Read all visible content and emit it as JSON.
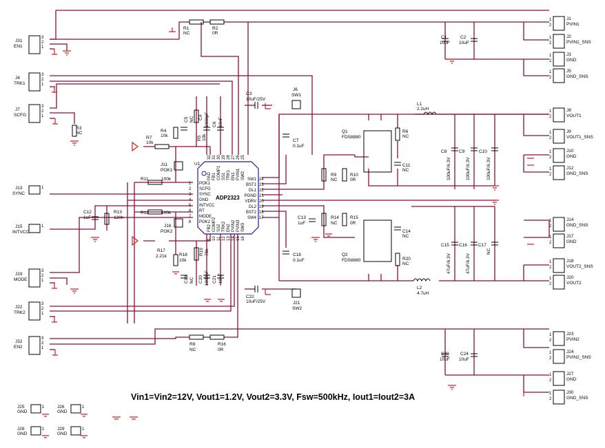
{
  "summary": "Vin1=Vin2=12V, Vout1=1.2V, Vout2=3.3V, Fsw=500kHz, Iout1=Iout2=3A",
  "ic": {
    "name": "ADP2323",
    "u_label": "U1",
    "left_pins": [
      {
        "num": "1",
        "name": "POK1"
      },
      {
        "num": "2",
        "name": "SCFG"
      },
      {
        "num": "3",
        "name": "SYNC"
      },
      {
        "num": "4",
        "name": "GND"
      },
      {
        "num": "5",
        "name": "INTVCC"
      },
      {
        "num": "6",
        "name": "RT"
      },
      {
        "num": "7",
        "name": "MODE"
      },
      {
        "num": "8",
        "name": "POK2"
      }
    ],
    "right_pins": [
      {
        "num": "24",
        "name": "SW1"
      },
      {
        "num": "23",
        "name": "BST1"
      },
      {
        "num": "22",
        "name": "DL1"
      },
      {
        "num": "21",
        "name": "PGND"
      },
      {
        "num": "20",
        "name": "VDRV"
      },
      {
        "num": "19",
        "name": "DL2"
      },
      {
        "num": "18",
        "name": "BST2"
      },
      {
        "num": "17",
        "name": "SW4"
      }
    ],
    "top_pins": [
      {
        "num": "32",
        "name": "PAD"
      },
      {
        "num": "31",
        "name": "FB1"
      },
      {
        "num": "30",
        "name": "COMP1"
      },
      {
        "num": "29",
        "name": "SS1"
      },
      {
        "num": "28",
        "name": "TRK1"
      },
      {
        "num": "27",
        "name": "EN1"
      },
      {
        "num": "26",
        "name": "PVIN1"
      },
      {
        "num": "25",
        "name": "SW2"
      }
    ],
    "bottom_pins": [
      {
        "num": "9",
        "name": "FB2"
      },
      {
        "num": "10",
        "name": "COMP2"
      },
      {
        "num": "11",
        "name": "SS2"
      },
      {
        "num": "12",
        "name": "TRK2"
      },
      {
        "num": "13",
        "name": "EN2"
      },
      {
        "num": "14",
        "name": "PVIN2"
      },
      {
        "num": "15",
        "name": "PVIN3"
      },
      {
        "num": "16",
        "name": "SW3"
      }
    ]
  },
  "connectors": {
    "J1": "PVIN1",
    "J2": "PVIN1_SNS",
    "J3": "GND",
    "J5": "GND_SNS",
    "J8": "VOUT1",
    "J9": "VOUT1_SNS",
    "J10": "GND",
    "J12": "GND_SNS",
    "J14": "GND_SNS",
    "J17": "GND",
    "J18": "VOUT2_SNS",
    "J20": "VOUT2",
    "J23": "PVIN2",
    "J24": "PVIN2_SNS",
    "J27": "GND",
    "J30": "GND_SNS",
    "J31": "EN1",
    "J4": "TRK1",
    "J7": "SCFG",
    "J13": "SYNC",
    "J15": "INTVCC",
    "J19": "MODE",
    "J22": "TRK2",
    "J32": "EN2",
    "J25": "GND",
    "J26": "GND",
    "J28": "GND",
    "J29": "GND"
  },
  "pin_numbers": [
    "1",
    "2",
    "3"
  ],
  "components": {
    "R1": {
      "ref": "R1",
      "value": "NC"
    },
    "R2": {
      "ref": "R2",
      "value": "0R"
    },
    "C1": {
      "ref": "C1",
      "value": "10uF"
    },
    "C2": {
      "ref": "C2",
      "value": "10uF"
    },
    "C3": {
      "ref": "C3",
      "value": "10uF/25V"
    },
    "J6": {
      "ref": "J6",
      "value": "SW1"
    },
    "L1": {
      "ref": "L1",
      "value": "2.2uH"
    },
    "Q1": {
      "ref": "Q1",
      "value": "FDS8880"
    },
    "R6": {
      "ref": "R6",
      "value": "NC"
    },
    "C11": {
      "ref": "C11",
      "value": "NC"
    },
    "C7": {
      "ref": "C7",
      "value": "0.1uF"
    },
    "C8": {
      "ref": "C8",
      "value": "100uF/6.3V"
    },
    "C9": {
      "ref": "C9",
      "value": "100uF/6.3V"
    },
    "C10": {
      "ref": "C10",
      "value": "100uF/6.3V"
    },
    "R9": {
      "ref": "R9",
      "value": "NC"
    },
    "R10": {
      "ref": "R10",
      "value": "0R"
    },
    "R3": {
      "ref": "R3",
      "value": "NC"
    },
    "R4": {
      "ref": "R4",
      "value": "10k"
    },
    "R7": {
      "ref": "R7",
      "value": "10k"
    },
    "R5": {
      "ref": "R5",
      "value": "10k"
    },
    "C4": {
      "ref": "C4",
      "value": "1000pF"
    },
    "C5": {
      "ref": "C5",
      "value": "NC"
    },
    "C6": {
      "ref": "C6",
      "value": "10nF"
    },
    "J11": {
      "ref": "J11",
      "value": "POK1"
    },
    "R11": {
      "ref": "R11",
      "value": "100k"
    },
    "C12": {
      "ref": "C12",
      "value": "1uF"
    },
    "R13": {
      "ref": "R13",
      "value": "120k"
    },
    "R12": {
      "ref": "R12",
      "value": "100k"
    },
    "J16": {
      "ref": "J16",
      "value": "POK2"
    },
    "R17": {
      "ref": "R17",
      "value": "2.21k"
    },
    "R18": {
      "ref": "R18",
      "value": "10k"
    },
    "R19": {
      "ref": "R19",
      "value": "75k"
    },
    "C19": {
      "ref": "C19",
      "value": "NC"
    },
    "C20": {
      "ref": "C20",
      "value": "1000pF"
    },
    "C21": {
      "ref": "C21",
      "value": "10nF"
    },
    "C13": {
      "ref": "C13",
      "value": "1uF"
    },
    "R14": {
      "ref": "R14",
      "value": "NC"
    },
    "R15": {
      "ref": "R15",
      "value": "0R"
    },
    "C14": {
      "ref": "C14",
      "value": "NC"
    },
    "Q2": {
      "ref": "Q2",
      "value": "FDS8880"
    },
    "R20": {
      "ref": "R20",
      "value": "NC"
    },
    "C15": {
      "ref": "C15",
      "value": "47uF/6.3V"
    },
    "C16": {
      "ref": "C16",
      "value": "47uF/6.3V"
    },
    "C17": {
      "ref": "C17",
      "value": "NC"
    },
    "C18": {
      "ref": "C18",
      "value": "0.1uF"
    },
    "L2": {
      "ref": "L2",
      "value": "4.7uH"
    },
    "C22": {
      "ref": "C22",
      "value": "10uF/25V"
    },
    "J21": {
      "ref": "J21",
      "value": "SW2"
    },
    "R8": {
      "ref": "R8",
      "value": "NC"
    },
    "R16": {
      "ref": "R16",
      "value": "0R"
    },
    "C23": {
      "ref": "C23",
      "value": "10uF"
    },
    "C24": {
      "ref": "C24",
      "value": "10uF"
    }
  },
  "colors": {
    "wire": "#8b0a3a",
    "ic_outline": "#1a1a8c",
    "ground": "#d02020"
  }
}
